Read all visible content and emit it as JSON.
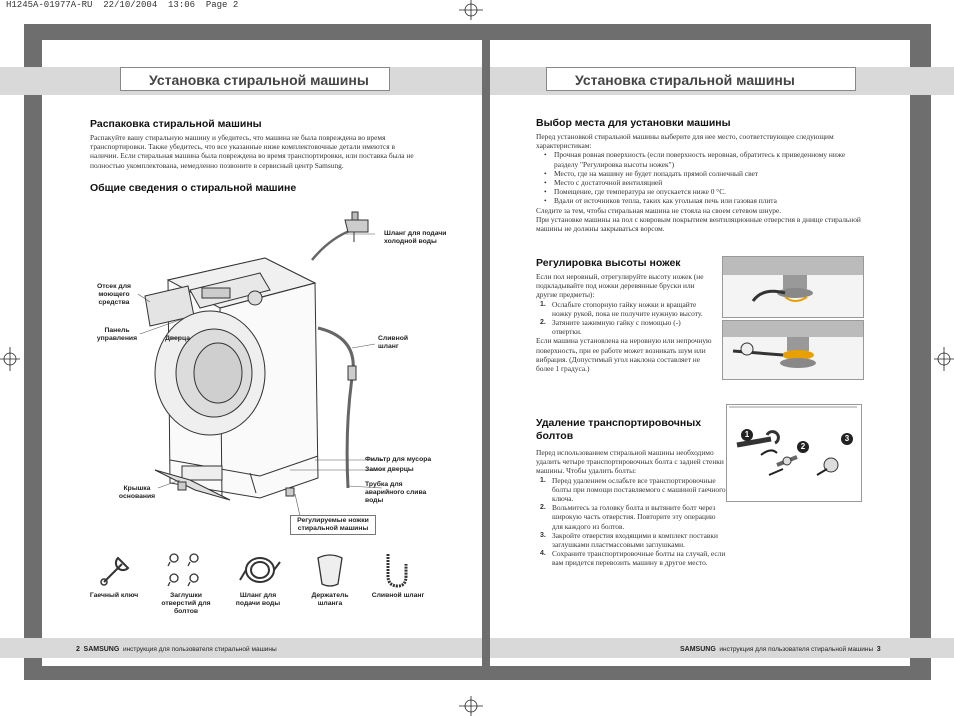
{
  "slug": "H1245A-01977A-RU  22/10/2004  13:06  Page 2",
  "left": {
    "title": "Установка стиральной машины",
    "unpack": {
      "heading": "Распаковка стиральной машины",
      "text": "Распакуйте вашу стиральную машину и убедитесь, что машина не была повреждена во время транспортировки. Также убедитесь, что все указанные ниже комплектовочные детали имеются в наличии. Если стиральная машина была повреждена во время транспортировки, или поставка была не полностью укомплектована, немедленно позвоните в сервисный центр Samsung."
    },
    "overview_heading": "Общие сведения о стиральной машине",
    "callouts": {
      "inlet_hose": "Шланг для подачи холодной воды",
      "detergent": "Отсек для моющего средства",
      "control_panel": "Панель управления",
      "door": "Дверца",
      "drain_hose": "Сливной шланг",
      "filter": "Фильтр для мусора",
      "door_lock": "Замок дверцы",
      "emergency_drain": "Трубка для аварийного слива воды",
      "base_cover": "Крышка основания",
      "feet": "Регулируемые ножки стиральной машины"
    },
    "accessories": [
      {
        "label": "Гаечный ключ",
        "icon": "wrench-icon"
      },
      {
        "label": "Заглушки отверстий для болтов",
        "icon": "bolt-caps-icon"
      },
      {
        "label": "Шланг для подачи воды",
        "icon": "water-hose-icon"
      },
      {
        "label": "Держатель шланга",
        "icon": "hose-holder-icon"
      },
      {
        "label": "Сливной шланг",
        "icon": "drain-hose-icon"
      }
    ],
    "footer": {
      "page": "2",
      "brand": "SAMSUNG",
      "text": "инструкция для пользователя стиральной машины"
    }
  },
  "right": {
    "title": "Установка стиральной машины",
    "location": {
      "heading": "Выбор места для установки машины",
      "intro": "Перед установкой стиральной машины выберите для нее место, соответствующее следующим характеристикам:",
      "bullets": [
        "Прочная ровная поверхность (если поверхность неровная, обратитесь к приведенному ниже разделу \"Регулировка высоты ножек\")",
        "Место, где на машину не будет попадать прямой солнечный свет",
        "Место с достаточной вентиляцией",
        "Помещение, где температура не опускается ниже 0 °C.",
        "Вдали от источников тепла, таких как угольная печь или газовая плита"
      ],
      "outro1": "Следите за тем, чтобы стиральная машина не стояла на своем сетевом шнуре.",
      "outro2": "При установке машины на пол с ковровым покрытием вентиляционные отверстия в днище стиральной машины не должны закрываться ворсом."
    },
    "feet": {
      "heading": "Регулировка высоты ножек",
      "intro": "Если пол неровный, отрегулируйте высоту ножек (не подкладывайте под ножки деревянные бруски или другие предметы):",
      "steps": [
        {
          "n": "1.",
          "text": "Ослабьте стопорную гайку ножки и вращайте ножку рукой, пока не получите нужную высоту."
        },
        {
          "n": "2.",
          "text": "Затяните зажимную гайку с помощью (-) отвертки."
        }
      ],
      "outro": "Если машина установлена на неровную или непрочную поверхность, при ее работе может возникать шум или вибрация. (Допустимый угол наклона составляет не более 1 градуса.)"
    },
    "bolts": {
      "heading": "Удаление транспортировочных болтов",
      "intro": "Перед использованием стиральной машины необходимо удалить четыре транспортировочных болта с задней стенки машины. Чтобы удалить болты:",
      "steps": [
        {
          "n": "1.",
          "text": "Перед удалением ослабьте все транспортировочные болты при помощи поставляемого с машиной гаечного ключа."
        },
        {
          "n": "2.",
          "text": "Вольмитесь за головку болта и вытяните болт через широкую часть отверстия. Повторите эту операцию для каждого из болтов."
        },
        {
          "n": "3.",
          "text": "Закройте отверстия входящими в комплект поставки заглушками пластмассовыми заглушками."
        },
        {
          "n": "4.",
          "text": "Сохраните транспортировочные болты на случай, если вам придется перевозить машину в другое место."
        }
      ],
      "step_marks": [
        "1",
        "2",
        "3"
      ]
    },
    "footer": {
      "page": "3",
      "brand": "SAMSUNG",
      "text": "инструкция для пользователя стиральной машины"
    }
  }
}
